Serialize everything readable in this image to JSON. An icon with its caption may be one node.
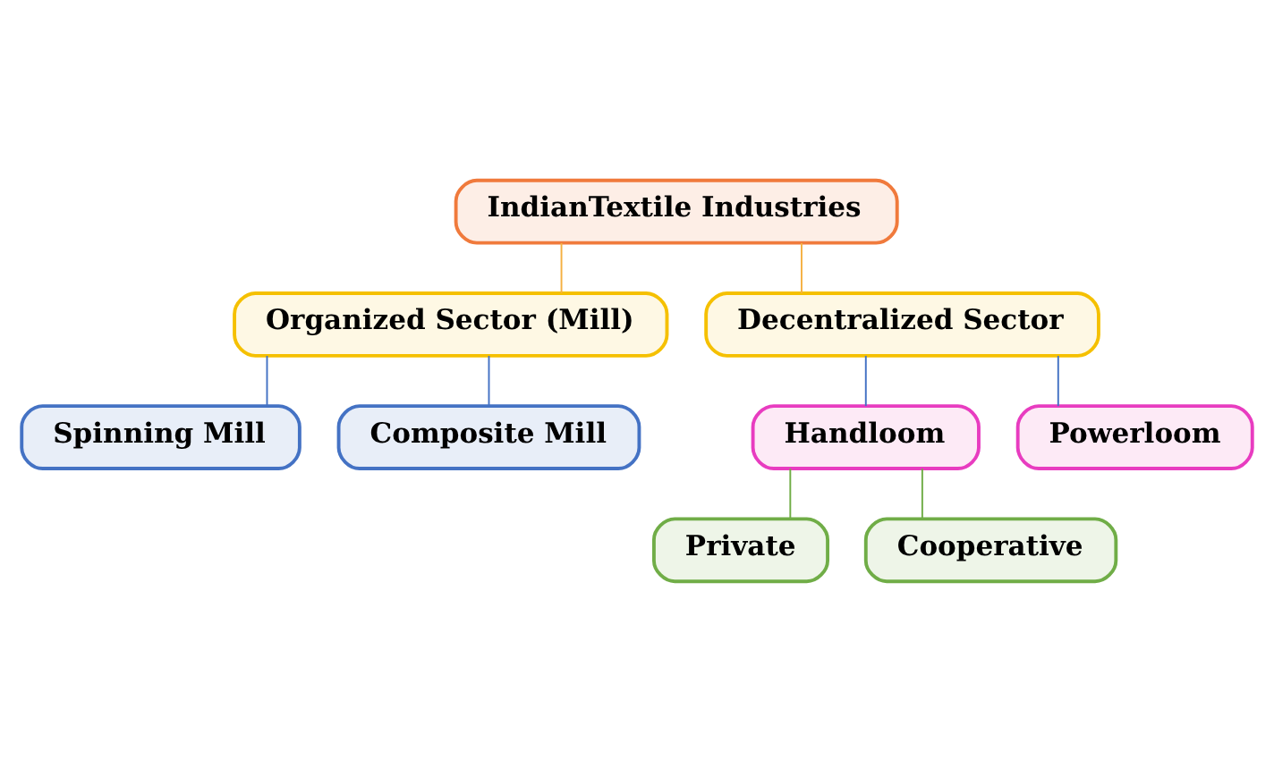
{
  "diagram": {
    "nodes": [
      {
        "text": [
          "IndianTextile Industries"
        ]
      },
      {
        "text": [
          "Organized Sector (Mill)"
        ]
      },
      {
        "text": [
          "Decentralized Sector"
        ]
      },
      {
        "text": [
          "Spinning Mill"
        ]
      },
      {
        "text": [
          "Composite Mill"
        ]
      },
      {
        "text": [
          "Handloom"
        ]
      },
      {
        "text": [
          "Powerloom"
        ]
      },
      {
        "text": [
          "Private"
        ]
      },
      {
        "text": [
          "Cooperative"
        ]
      }
    ],
    "edges": [
      {
        "from": 0,
        "to": 1,
        "arrow": "none",
        "color": "#f5b041"
      },
      {
        "from": 0,
        "to": 2,
        "arrow": "none",
        "color": "#f5b041"
      },
      {
        "from": 1,
        "to": 3,
        "arrow": "none"
      },
      {
        "from": 1,
        "to": 4,
        "arrow": "none"
      },
      {
        "from": 2,
        "to": 5,
        "arrow": "none"
      },
      {
        "from": 2,
        "to": 6,
        "arrow": "none"
      },
      {
        "from": 5,
        "to": 7,
        "arrow": "none",
        "color": "#70ad47"
      },
      {
        "from": 5,
        "to": 8,
        "arrow": "none",
        "color": "#70ad47"
      }
    ]
  }
}
